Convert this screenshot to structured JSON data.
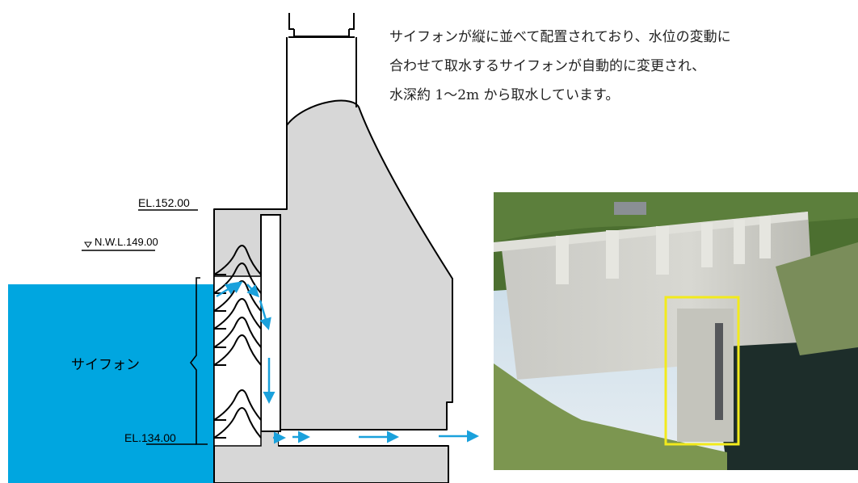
{
  "description": {
    "line1": "サイフォンが縦に並べて配置されており、水位の変動に",
    "line2": "合わせて取水するサイフォンが自動的に変更され、",
    "line3": "水深約 1〜2m から取水しています。"
  },
  "labels": {
    "el_top": "EL.152.00",
    "nwl": "N.W.L.149.00",
    "siphon": "サイフォン",
    "el_bottom": "EL.134.00"
  },
  "colors": {
    "water": "#00a6e0",
    "concrete": "#d7d7d7",
    "arrow": "#1aa1dc",
    "outline": "#000000",
    "highlight_box": "#f2ea1c"
  }
}
